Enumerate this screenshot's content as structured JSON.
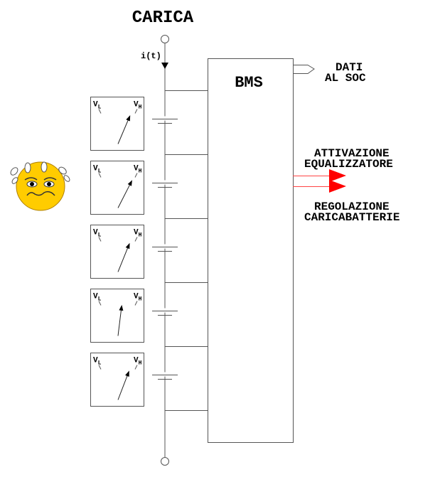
{
  "title": "CARICA",
  "current_label": "i(t)",
  "bms_label": "BMS",
  "outputs": {
    "soc_line1": "DATI",
    "soc_line2": "AL SOC",
    "eq_line1": "ATTIVAZIONE",
    "eq_line2": "EQUALIZZATORE",
    "charger_line1": "REGOLAZIONE",
    "charger_line2": "CARICABATTERIE"
  },
  "meters": [
    {
      "low": "V",
      "low_sub": "L",
      "high": "V",
      "high_sub": "H",
      "needle_angle_deg": 23
    },
    {
      "low": "V",
      "low_sub": "L",
      "high": "V",
      "high_sub": "H",
      "needle_angle_deg": 27
    },
    {
      "low": "V",
      "low_sub": "L",
      "high": "V",
      "high_sub": "H",
      "needle_angle_deg": 22
    },
    {
      "low": "V",
      "low_sub": "L",
      "high": "V",
      "high_sub": "H",
      "needle_angle_deg": 7
    },
    {
      "low": "V",
      "low_sub": "L",
      "high": "V",
      "high_sub": "H",
      "needle_angle_deg": 21
    }
  ],
  "colors": {
    "line": "#555555",
    "signal": "#ff0000",
    "face": "#ffcc00"
  }
}
